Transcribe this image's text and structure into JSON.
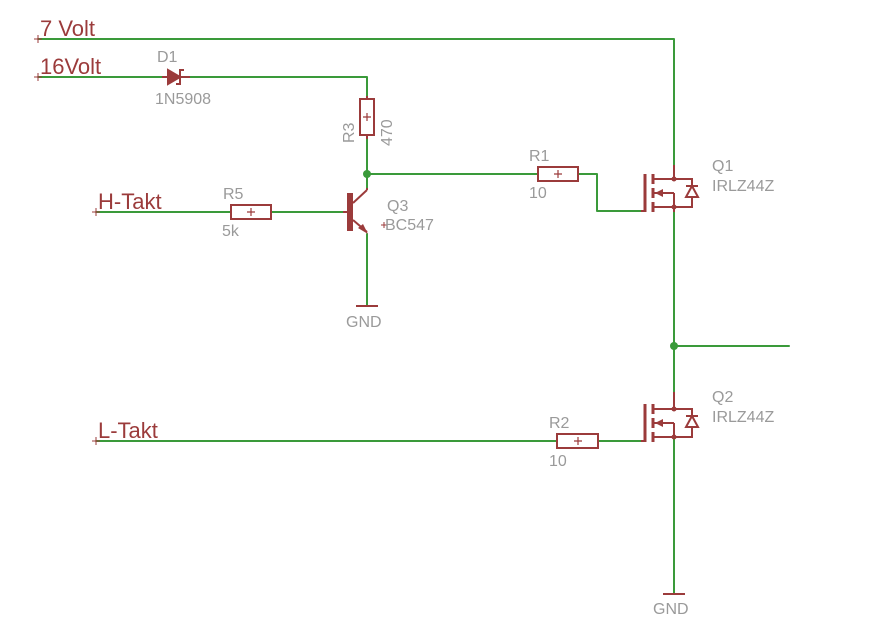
{
  "colors": {
    "wire": "#3a9a3a",
    "part": "#9b3b3b",
    "label": "#9a9a9a",
    "net_label": "#9b3b3b",
    "background": "#ffffff"
  },
  "nets": {
    "v7": "7 Volt",
    "v16": "16Volt",
    "h_takt": "H-Takt",
    "l_takt": "L-Takt",
    "gnd_q3": "GND",
    "gnd_q2": "GND"
  },
  "parts": {
    "d1": {
      "name": "D1",
      "value": "1N5908"
    },
    "r3": {
      "name": "R3",
      "value": "470"
    },
    "r5": {
      "name": "R5",
      "value": "5k"
    },
    "q3": {
      "name": "Q3",
      "value": "BC547"
    },
    "r1": {
      "name": "R1",
      "value": "10"
    },
    "q1": {
      "name": "Q1",
      "value": "IRLZ44Z"
    },
    "r2": {
      "name": "R2",
      "value": "10"
    },
    "q2": {
      "name": "Q2",
      "value": "IRLZ44Z"
    }
  }
}
